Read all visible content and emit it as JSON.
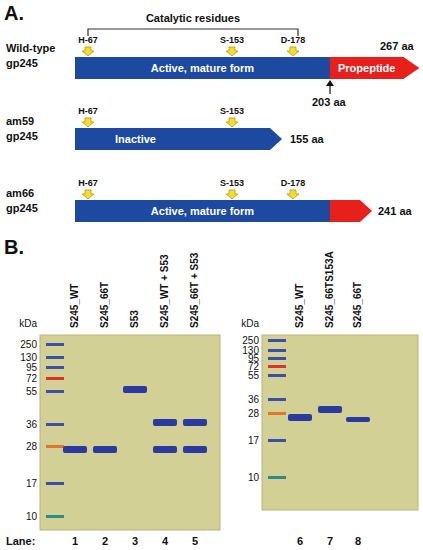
{
  "diagram": {
    "nodes": [
      {
        "text": [
          "Active, mature form"
        ]
      },
      {
        "text": [
          "Propeptide"
        ]
      },
      {
        "text": [
          "Inactive"
        ]
      },
      {
        "text": [
          "Active, mature form"
        ]
      }
    ],
    "labels": [
      "A.",
      "Catalytic residues",
      "Wild-type",
      "gp245",
      "H-67",
      "S-153",
      "D-178",
      "267 aa",
      "203 aa",
      "am59",
      "gp245",
      "H-67",
      "S-153",
      "155 aa",
      "am66",
      "gp245",
      "H-67",
      "S-153",
      "D-178",
      "241 aa",
      "B.",
      "kDa",
      "250",
      "130",
      "95",
      "72",
      "55",
      "36",
      "28",
      "17",
      "10",
      "S245_WT",
      "S245_66T",
      "S53",
      "S245_WT + S53",
      "S245_66T + S53",
      "Lane:",
      "1",
      "2",
      "3",
      "4",
      "5",
      "kDa",
      "250",
      "130",
      "95",
      "72",
      "55",
      "36",
      "28",
      "17",
      "10",
      "S245_WT",
      "S245_66TS153A",
      "S245_66T",
      "6",
      "7",
      "8"
    ]
  }
}
